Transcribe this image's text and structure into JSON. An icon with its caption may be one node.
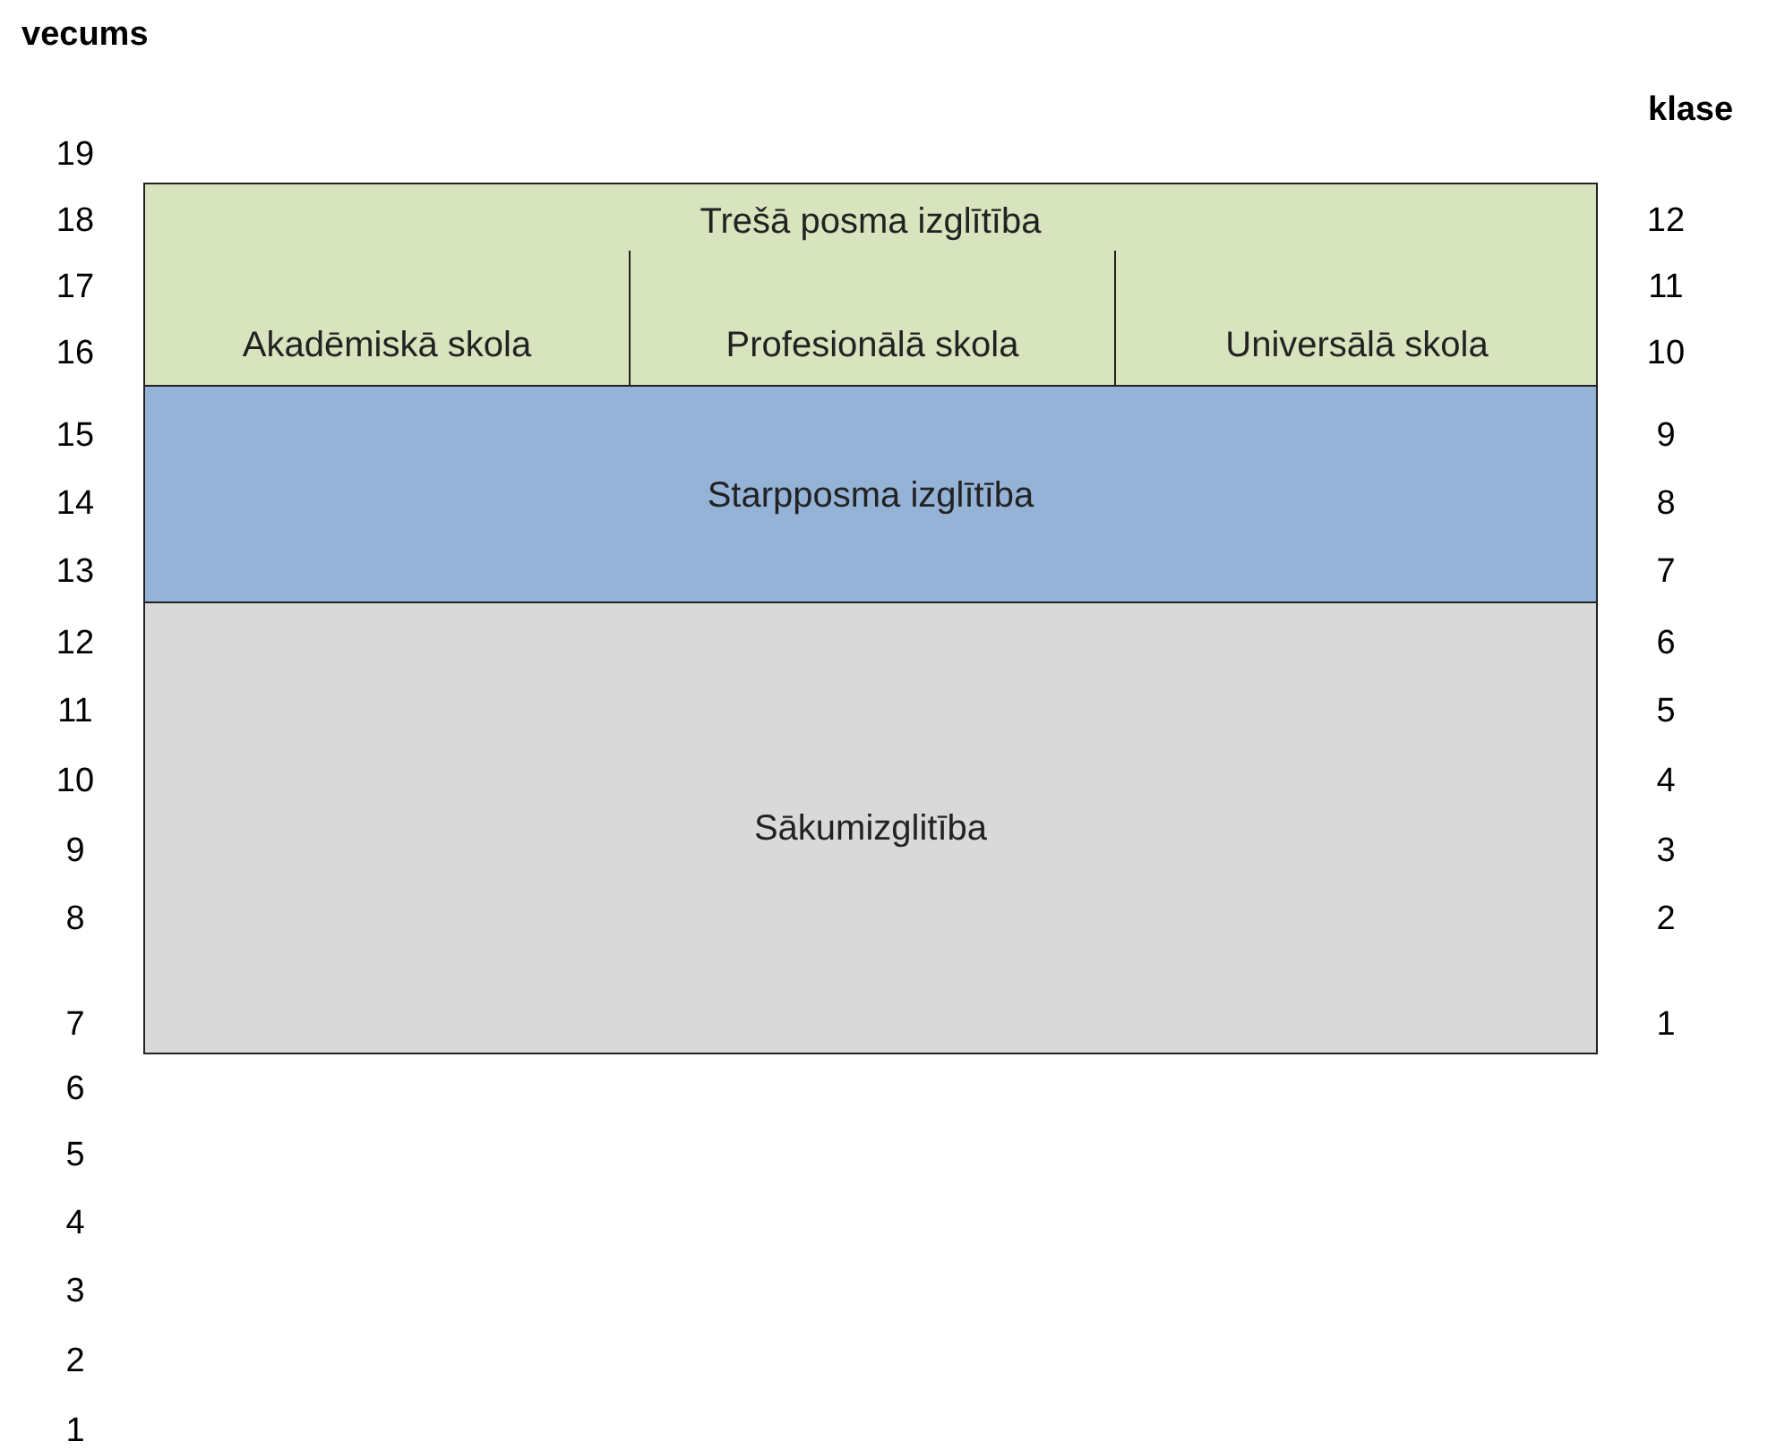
{
  "diagram": {
    "nodes": [
      {
        "text": [
          "Trešā posma izglītība"
        ]
      },
      {
        "text": [
          "Akadēmiskā skola"
        ],
        "in": 0
      },
      {
        "text": [
          "Profesionālā skola"
        ],
        "in": 0
      },
      {
        "text": [
          "Universālā skola"
        ],
        "in": 0
      },
      {
        "text": [
          "Starpposma izglītība"
        ]
      },
      {
        "text": [
          "Sākumizglitība"
        ]
      }
    ],
    "labels": [
      "vecums",
      "klase",
      "19",
      "18",
      "12",
      "17",
      "11",
      "16",
      "10",
      "15",
      "9",
      "14",
      "8",
      "13",
      "7",
      "12",
      "6",
      "11",
      "5",
      "10",
      "4",
      "9",
      "3",
      "8",
      "2",
      "7",
      "1",
      "6",
      "5",
      "4",
      "3",
      "2",
      "1"
    ]
  }
}
